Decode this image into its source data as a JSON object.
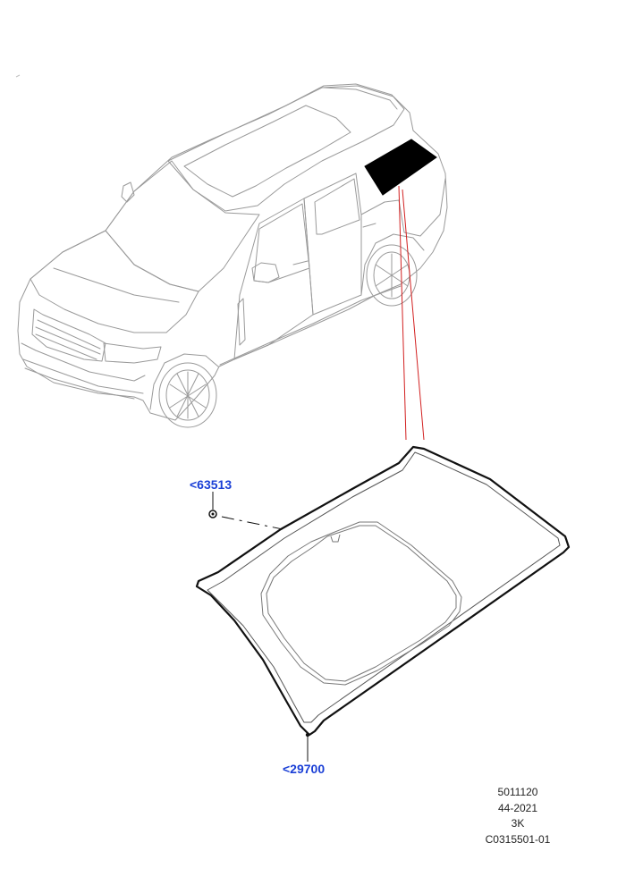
{
  "colors": {
    "callout": "#1a3fd6",
    "leader_line": "#d22020",
    "highlight_window": "#000000",
    "vehicle_outline": "#9a9a9a",
    "part_outline": "#111111"
  },
  "callouts": [
    {
      "label": "<63513",
      "part": "clip"
    },
    {
      "label": "<29700",
      "part": "rear quarter window glass"
    }
  ],
  "reference": {
    "line1": "5011120",
    "line2": "44-2021",
    "line3": "3K",
    "line4": "C0315501-01"
  }
}
